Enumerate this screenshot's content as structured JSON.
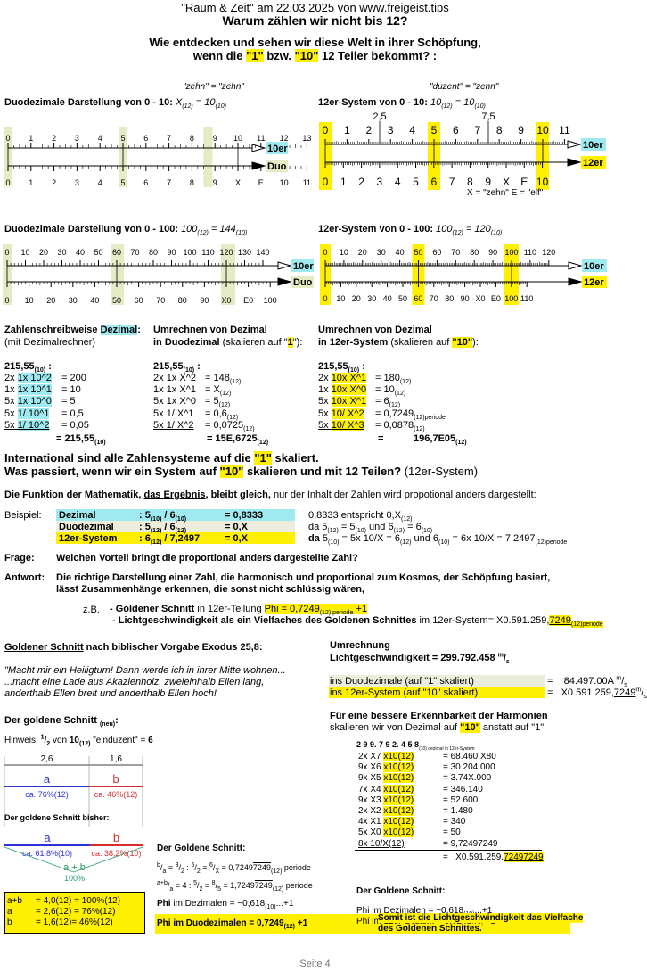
{
  "header": {
    "line1": "\"Raum & Zeit\" am 22.03.2025 von www.freigeist.tips",
    "line2": "Warum zählen wir nicht bis 12?",
    "q_a": "Wie entdecken und sehen wir diese Welt in ihrer Schöpfung,",
    "q_b": "wenn die ",
    "q_one": "\"1\"",
    "q_mid": " bzw. ",
    "q_ten": "\"10\"",
    "q_end": " 12 Teiler bekommt? :"
  },
  "duo10": {
    "note": "\"zehn\" = \"zehn\"",
    "title": "Duodezimale Darstellung von 0 - 10: ",
    "formula": "X(12) = 10(10)",
    "top_labels": [
      "0",
      "1",
      "2",
      "3",
      "4",
      "5",
      "6",
      "7",
      "8",
      "9",
      "10",
      "11",
      "12",
      "13"
    ],
    "bottom_labels": [
      "0",
      "1",
      "2",
      "3",
      "4",
      "5",
      "6",
      "7",
      "8",
      "9",
      "X",
      "E",
      "10",
      "11"
    ],
    "arrow_top": "10er",
    "arrow_bottom": "Duo"
  },
  "sys12_10": {
    "note": "\"duzent\" = \"zehn\"",
    "title": "12er-System von 0 - 10: ",
    "formula": "10(12) = 10(10)",
    "half_labels": [
      "2,5",
      "7,5"
    ],
    "top_labels": [
      "0",
      "1",
      "2",
      "3",
      "4",
      "5",
      "6",
      "7",
      "8",
      "9",
      "10",
      "11"
    ],
    "bottom_labels": [
      "0",
      "1",
      "2",
      "3",
      "4",
      "5",
      "6",
      "7",
      "8",
      "9",
      "X",
      "E",
      "10"
    ],
    "legend": "X = \"zehn\"   E = \"elf\"",
    "arrow_top": "10er",
    "arrow_bottom": "12er"
  },
  "duo100": {
    "title": "Duodezimale Darstellung von 0 - 100: ",
    "formula": "100(12) = 144(10)",
    "top_labels": [
      "0",
      "10",
      "20",
      "30",
      "40",
      "50",
      "60",
      "70",
      "80",
      "90",
      "100",
      "110",
      "120",
      "130",
      "140"
    ],
    "bottom_labels": [
      "0",
      "10",
      "20",
      "30",
      "40",
      "50",
      "60",
      "70",
      "80",
      "90",
      "X0",
      "E0",
      "100"
    ],
    "arrow_top": "10er",
    "arrow_bottom": "Duo"
  },
  "sys12_100": {
    "title": "12er-System von 0 - 100: ",
    "formula": "100(12) = 120(10)",
    "top_labels": [
      "0",
      "10",
      "20",
      "30",
      "40",
      "50",
      "60",
      "70",
      "80",
      "90",
      "100",
      "110",
      "120"
    ],
    "bottom_labels": [
      "0",
      "10",
      "20",
      "30",
      "40",
      "50",
      "60",
      "70",
      "80",
      "90",
      "X0",
      "E0",
      "100",
      "110"
    ],
    "arrow_top": "10er",
    "arrow_bottom": "12er"
  },
  "columns": {
    "c1_h1": "Zahlenschreibweise ",
    "c1_h1b": "Dezimal",
    "c1_h1c": ":",
    "c1_h2": "(mit Dezimalrechner)",
    "c2_h1": "Umrechnen von Dezimal",
    "c2_h2": "in Duodezimal (skalieren auf \"1\"):",
    "c3_h1": "Umrechnen von Dezimal",
    "c3_h2": "in 12er-System (skalieren auf \"10\"):",
    "c1_num": "215,55(10) :",
    "c1_rows": [
      [
        "2x 1x 10^2",
        "= 200"
      ],
      [
        "1x 1x 10^1",
        "=   10"
      ],
      [
        "5x 1x 10^0",
        "=     5"
      ],
      [
        "5x 1/  10^1",
        "=     0,5"
      ],
      [
        "5x 1/  10^2",
        "=     0,05"
      ]
    ],
    "c1_total": "= 215,55(10)",
    "c2_num": "215,55(10) :",
    "c2_rows": [
      [
        "2x 1x X^2",
        "= 148(12)"
      ],
      [
        "1x 1x X^1",
        "=     X(12)"
      ],
      [
        "5x 1x X^0",
        "=     5(12)"
      ],
      [
        "5x 1/  X^1",
        "=     0,6(12)"
      ],
      [
        "5x 1/  X^2",
        "=     0,0725(12)"
      ]
    ],
    "c2_total": "= 15E,6725(12)",
    "c3_num": "215,55(10) :",
    "c3_rows": [
      [
        "2x 10x X^1",
        "180(12)"
      ],
      [
        "1x 10x X^0",
        "10(12)"
      ],
      [
        "5x 10x X^1",
        "6(12)"
      ],
      [
        "5x 10/  X^2",
        "0,7249(12)periode"
      ],
      [
        "5x 10/  X^3",
        "0,0878(12)"
      ]
    ],
    "c3_total": "196,7E05(12)"
  },
  "international": {
    "l1a": "International sind alle Zahlensysteme auf die ",
    "l1b": "\"1\"",
    "l1c": " skaliert.",
    "l2a": "Was passiert, wenn wir ein System auf ",
    "l2b": "\"10\"",
    "l2c": " skalieren und mit 12 Teilen?",
    "l2d": " (12er-System)"
  },
  "funktion": {
    "a": "Die Funktion der Mathematik, ",
    "b": "das Ergebnis",
    "c": ", bleibt gleich,",
    "d": " nur der Inhalt der Zahlen wird propotional anders dargestellt:"
  },
  "beispiel": {
    "label": "Beispiel:",
    "rows": [
      [
        "Dezimal",
        ": 5(10) / 6(10)",
        "= 0,8333"
      ],
      [
        "Duodezimal",
        ": 5(12) / 6(12)",
        "= 0,X"
      ],
      [
        "12er-System",
        ": 6(12) / 7,2497",
        "= 0,X"
      ]
    ],
    "right": [
      "0,8333 entspricht 0,X(12)",
      "da 5(12) = 5(10) und 6(12) = 6(10)",
      "da 5(10) = 5x 10/X = 6(12) und 6(10) = 6x 10/X = 7.2497(12)periode"
    ]
  },
  "frage": {
    "label": "Frage:",
    "text": "Welchen Vorteil bringt die proportional anders dargestellte Zahl?"
  },
  "antwort": {
    "label": "Antwort:",
    "l1": "Die richtige Darstellung einer Zahl, die harmonisch und proportional zum Kosmos, der Schöpfung basiert,",
    "l2": "lässt Zusammenhänge erkennen, die sonst nicht schlüssig wären,",
    "zb": "z.B.",
    "b1a": "- Goldener Schnitt",
    "b1b": " in 12er-Teilung ",
    "b1c": "Phi = 0,7249(12) periode +1",
    "b2a": "- Lichtgeschwindigkeit als ein Vielfaches des Goldenen Schnittes",
    "b2b": " im 12er-System= X0.591.259,",
    "b2c": "7249(12)periode"
  },
  "golden": {
    "title_a": "Goldener Schnitt",
    "title_b": " nach biblischer Vorgabe Exodus 25,8:",
    "quote1": "\"Macht mir ein Heiligtum! Dann werde ich in ihrer Mitte wohnen...",
    "quote2": "...macht eine Lade aus Akazienholz, zweieinhalb Ellen lang,",
    "quote3": "anderthalb Ellen breit und anderthalb Ellen hoch!",
    "sub_title": "Der goldene Schnitt ",
    "sub_new": "(neu)",
    "hint": "Hinweis: 1/2 von 10(12) \"einduzent\" = 6",
    "dim_a": "2,6",
    "dim_b": "1,6",
    "a": "a",
    "b": "b",
    "pct_a_new": "ca. 76%(12)",
    "pct_b_new": "ca. 46%(12)",
    "old_title": "Der goldene Schnitt bisher:",
    "pct_a_old": "ca. 61,8%(10)",
    "pct_b_old": "ca. 38,2%(10)",
    "ab": "a + b",
    "hundred": "100%",
    "box": [
      [
        "a+b",
        "= 4,0(12) = 100%(12)"
      ],
      [
        "a",
        "= 2,6(12) = 76%(12)"
      ],
      [
        "b",
        "= 1,6(12)=  46%(12)"
      ]
    ],
    "mid_title": "Der Goldene Schnitt:",
    "mid_l1": "b/a = 3/2 : 5/2 = 6/X = 0,7249 7249(12) periode",
    "mid_l2": "a+b/a = 4 : 5/2 = 8/5 = 1,7249 7249(12) periode",
    "mid_l3": "Phi im Dezimalen = ~0,618(10)...+1",
    "mid_l4": "Phi im Duodezimalen = 0,7249(12) +1"
  },
  "umrechnung": {
    "title": "Umrechnung",
    "light": "Lichtgeschwindigkeit",
    "light_val": " = 299.792.458 m/s",
    "r1a": "ins Duodezimale (auf \"1\" skaliert)",
    "r1b": "=    84.497.00A m/s",
    "r2a": "ins 12er-System (auf \"10\" skaliert)",
    "r2b": "=   X0.591.259,7249 m/s",
    "better1": "Für eine bessere Erkennbarkeit der Harmonien",
    "better2a": "skalieren wir von Dezimal auf ",
    "better2b": "\"10\"",
    "better2c": " anstatt auf \"1\"",
    "digits": "2 9 9. 7 9 2. 4 5 8(10) dezimal in 12er-System",
    "rows": [
      [
        "2x X7 x10(12)",
        "= 68.460.X80"
      ],
      [
        "9x X6 x10(12)",
        "= 30.204.000"
      ],
      [
        "9x X5 x10(12)",
        "=    3.74X.000"
      ],
      [
        "7x X4 x10(12)",
        "=      346.140"
      ],
      [
        "9x X3 x10(12)",
        "=        52.600"
      ],
      [
        "2x X2 x10(12)",
        "=          1.480"
      ],
      [
        "4x X1 x10(12)",
        "=             340"
      ],
      [
        "5x X0 x10(12)",
        "=               50"
      ],
      [
        "8x 10/X(12)",
        "=               9,72497249"
      ]
    ],
    "total_a": "=   X0.591.259,",
    "total_b": "72497249",
    "gs_title": "Der Goldene Schnitt:",
    "gs_l1": "Phi im Dezimalen = ~0,618(10)...+1",
    "gs_l2": "Phi im 12er-System = 0,7249(12) +1",
    "somit1": "Somit ist die Lichtgeschwindigkeit das Vielfache",
    "somit2": "des Goldenen Schnittes."
  },
  "footer": "Seite 4",
  "colors": {
    "yellow": "#ffef00",
    "cyan": "#9eeaf0",
    "green": "#e3ecc5",
    "blue": "#2e31d6",
    "red": "#d62e2e",
    "teal": "#2b9a6b"
  }
}
